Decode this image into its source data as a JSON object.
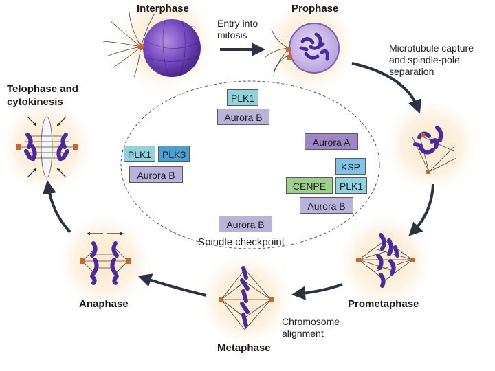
{
  "phases": {
    "interphase": "Interphase",
    "prophase": "Prophase",
    "prometaphase": "Prometaphase",
    "metaphase": "Metaphase",
    "anaphase": "Anaphase",
    "telophase": "Telophase and\ncytokinesis"
  },
  "transitions": {
    "entry": "Entry into\nmitosis",
    "capture": "Microtubule capture\nand spindle-pole\nseparation",
    "alignment": "Chromosome\nalignment"
  },
  "kinases": {
    "top_plk1": "PLK1",
    "top_aurora_b": "Aurora B",
    "left_plk1": "PLK1",
    "left_plk3": "PLK3",
    "left_aurora_b": "Aurora B",
    "right_aurora_a": "Aurora A",
    "right_ksp": "KSP",
    "right_cenpe": "CENPE",
    "right_plk1": "PLK1",
    "right_aurora_b": "Aurora B",
    "bottom_aurora_b": "Aurora B"
  },
  "checkpoint": "Spindle checkpoint",
  "colors": {
    "plk1": "#8fd3df",
    "aurora_b": "#b9b2da",
    "aurora_a": "#9f86c9",
    "plk3": "#4a9fd3",
    "ksp": "#7fc4e8",
    "cenpe": "#9bd18a",
    "chromosome": "#4b2a9e",
    "arrow": "#2b3340"
  }
}
